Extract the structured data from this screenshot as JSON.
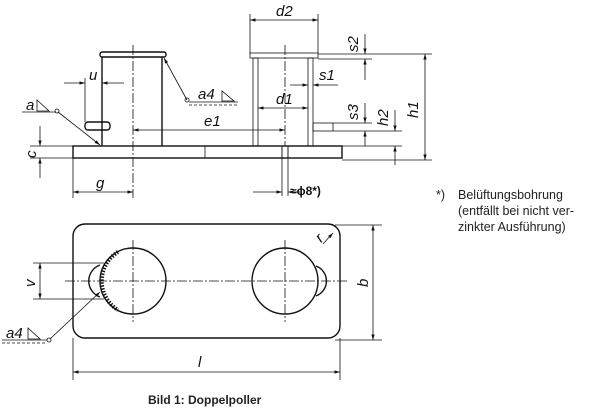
{
  "labels": {
    "d2": "d2",
    "s2": "s2",
    "s1": "s1",
    "d1": "d1",
    "e1": "e1",
    "s3": "s3",
    "h2": "h2",
    "h1": "h1",
    "u": "u",
    "c": "c",
    "g": "g",
    "a": "a",
    "a4_top": "a4",
    "a4_bottom": "a4",
    "phi8": "≈ϕ8*)",
    "v": "v",
    "b": "b",
    "l": "l",
    "r": "r"
  },
  "footnote": {
    "marker": "*)",
    "line1": "Belüftungsbohrung",
    "line2": "(entfällt bei nicht ver-",
    "line3": "zinkter Ausführung)"
  },
  "caption": "Bild 1: Doppelpoller"
}
